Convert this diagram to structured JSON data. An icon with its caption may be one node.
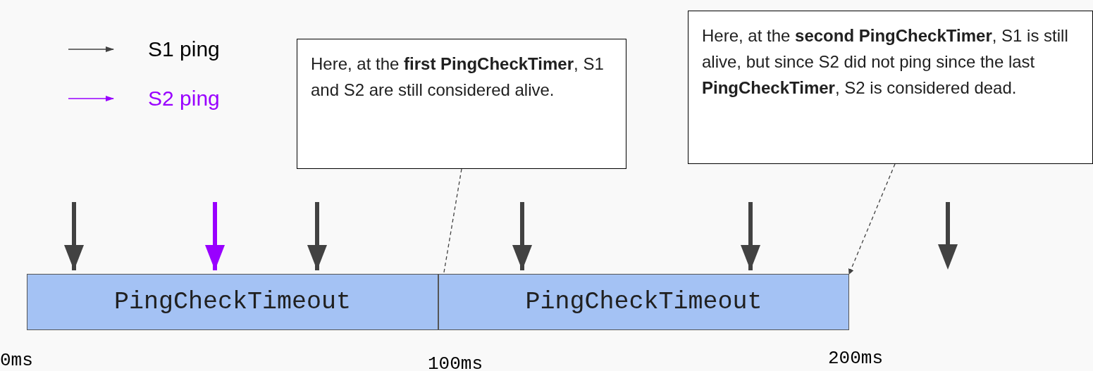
{
  "diagram": {
    "nodes": [
      {
        "text": [
          "Here, at the **first PingCheckTimer**, S1 and S2 are still considered alive."
        ]
      },
      {
        "text": [
          "Here, at the **second PingCheckTimer**, S1 is still alive, but since S2 did not ping since the last **PingCheckTimer**, S2 is considered dead."
        ]
      },
      {
        "text": [
          "PingCheckTimeout"
        ]
      },
      {
        "text": [
          "PingCheckTimeout"
        ]
      }
    ],
    "edges": [
      {
        "from": 0,
        "to": 3,
        "arrow": "to",
        "style": "dashed"
      },
      {
        "from": 1,
        "to": 3,
        "arrow": "to",
        "style": "dashed"
      },
      {
        "from": null,
        "to": 2,
        "arrow": "to"
      },
      {
        "from": null,
        "to": 2,
        "arrow": "to",
        "color": "#9900ff"
      },
      {
        "from": null,
        "to": 2,
        "arrow": "to"
      },
      {
        "from": null,
        "to": 3,
        "arrow": "to"
      },
      {
        "from": null,
        "to": 3,
        "arrow": "to"
      }
    ],
    "labels": [
      "0ms",
      "100ms",
      "200ms"
    ],
    "legend": [
      {
        "text": "S1 ping"
      },
      {
        "text": "S2 ping"
      }
    ]
  }
}
